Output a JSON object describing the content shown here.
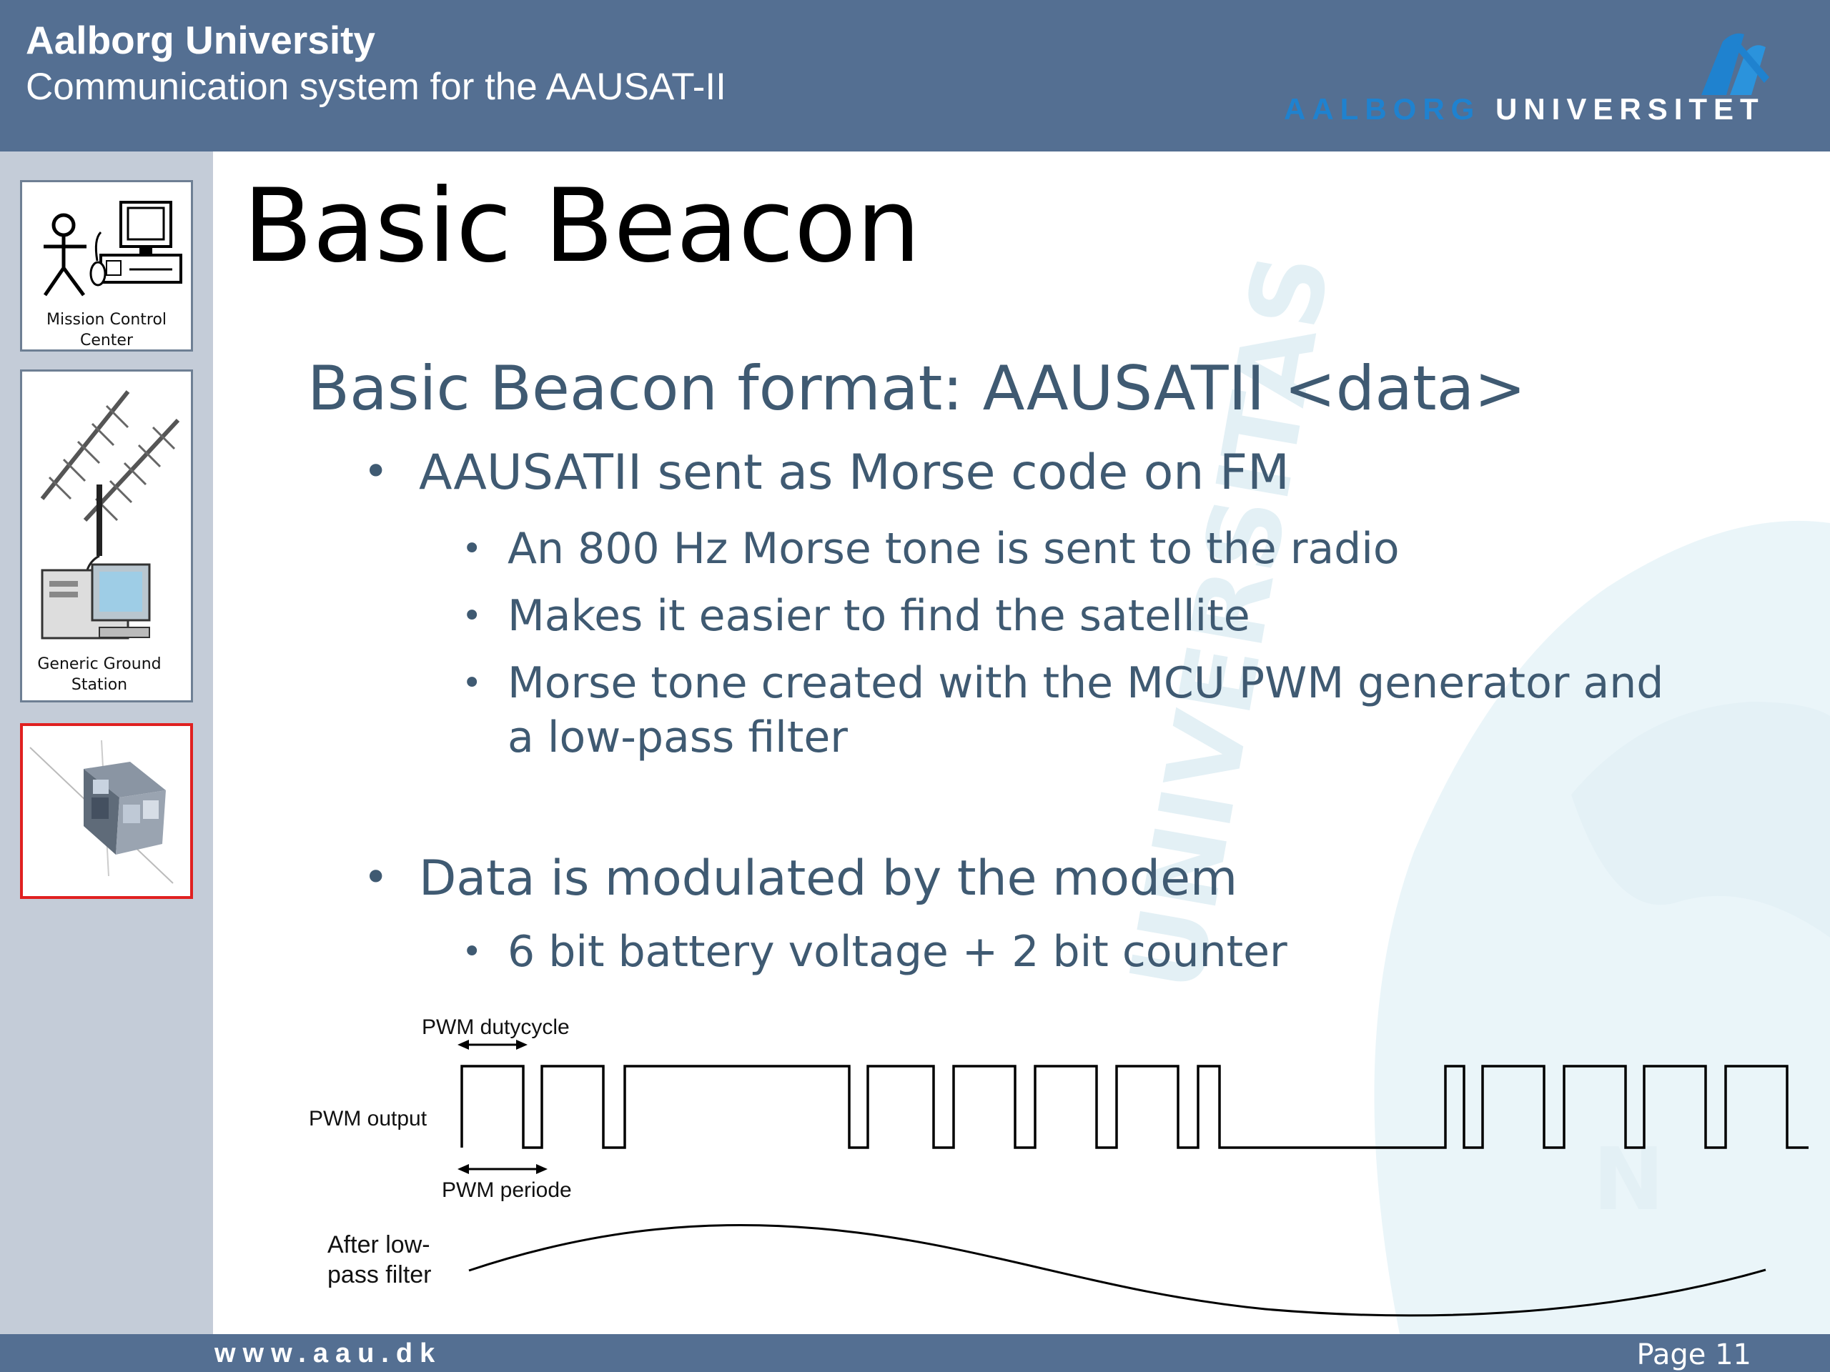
{
  "header": {
    "title": "Aalborg University",
    "subtitle": "Communication system for the AAUSAT-II",
    "logo_aalborg": "AALBORG",
    "logo_universitet": "UNIVERSITET"
  },
  "sidebar": {
    "items": [
      {
        "label_line1": "Mission Control",
        "label_line2": "Center"
      },
      {
        "label_line1": "Generic Ground",
        "label_line2": "Station"
      },
      {
        "label_line1": "",
        "label_line2": ""
      }
    ]
  },
  "slide": {
    "title": "Basic Beacon",
    "heading": "Basic Beacon format: AAUSATII <data>",
    "bullets": [
      {
        "text": "AAUSATII sent as Morse code on FM",
        "sub": [
          "An 800 Hz Morse tone is sent to the radio",
          "Makes it easier to find the satellite",
          "Morse tone created with the MCU PWM generator and",
          "a low-pass filter"
        ]
      },
      {
        "text": "Data is modulated by the modem",
        "sub": [
          "6 bit battery voltage + 2 bit counter"
        ]
      }
    ]
  },
  "diagram": {
    "pwm_dutycycle": "PWM dutycycle",
    "pwm_output": "PWM output",
    "pwm_periode": "PWM periode",
    "after_line1": "After low-",
    "after_line2": "pass filter"
  },
  "footer": {
    "url": "www.aau.dk",
    "page": "Page 11"
  },
  "colors": {
    "header_bg": "#546f92",
    "sidebar_bg": "#c4ccd8",
    "text_primary": "#3f5a72",
    "active_border": "#e02020"
  }
}
